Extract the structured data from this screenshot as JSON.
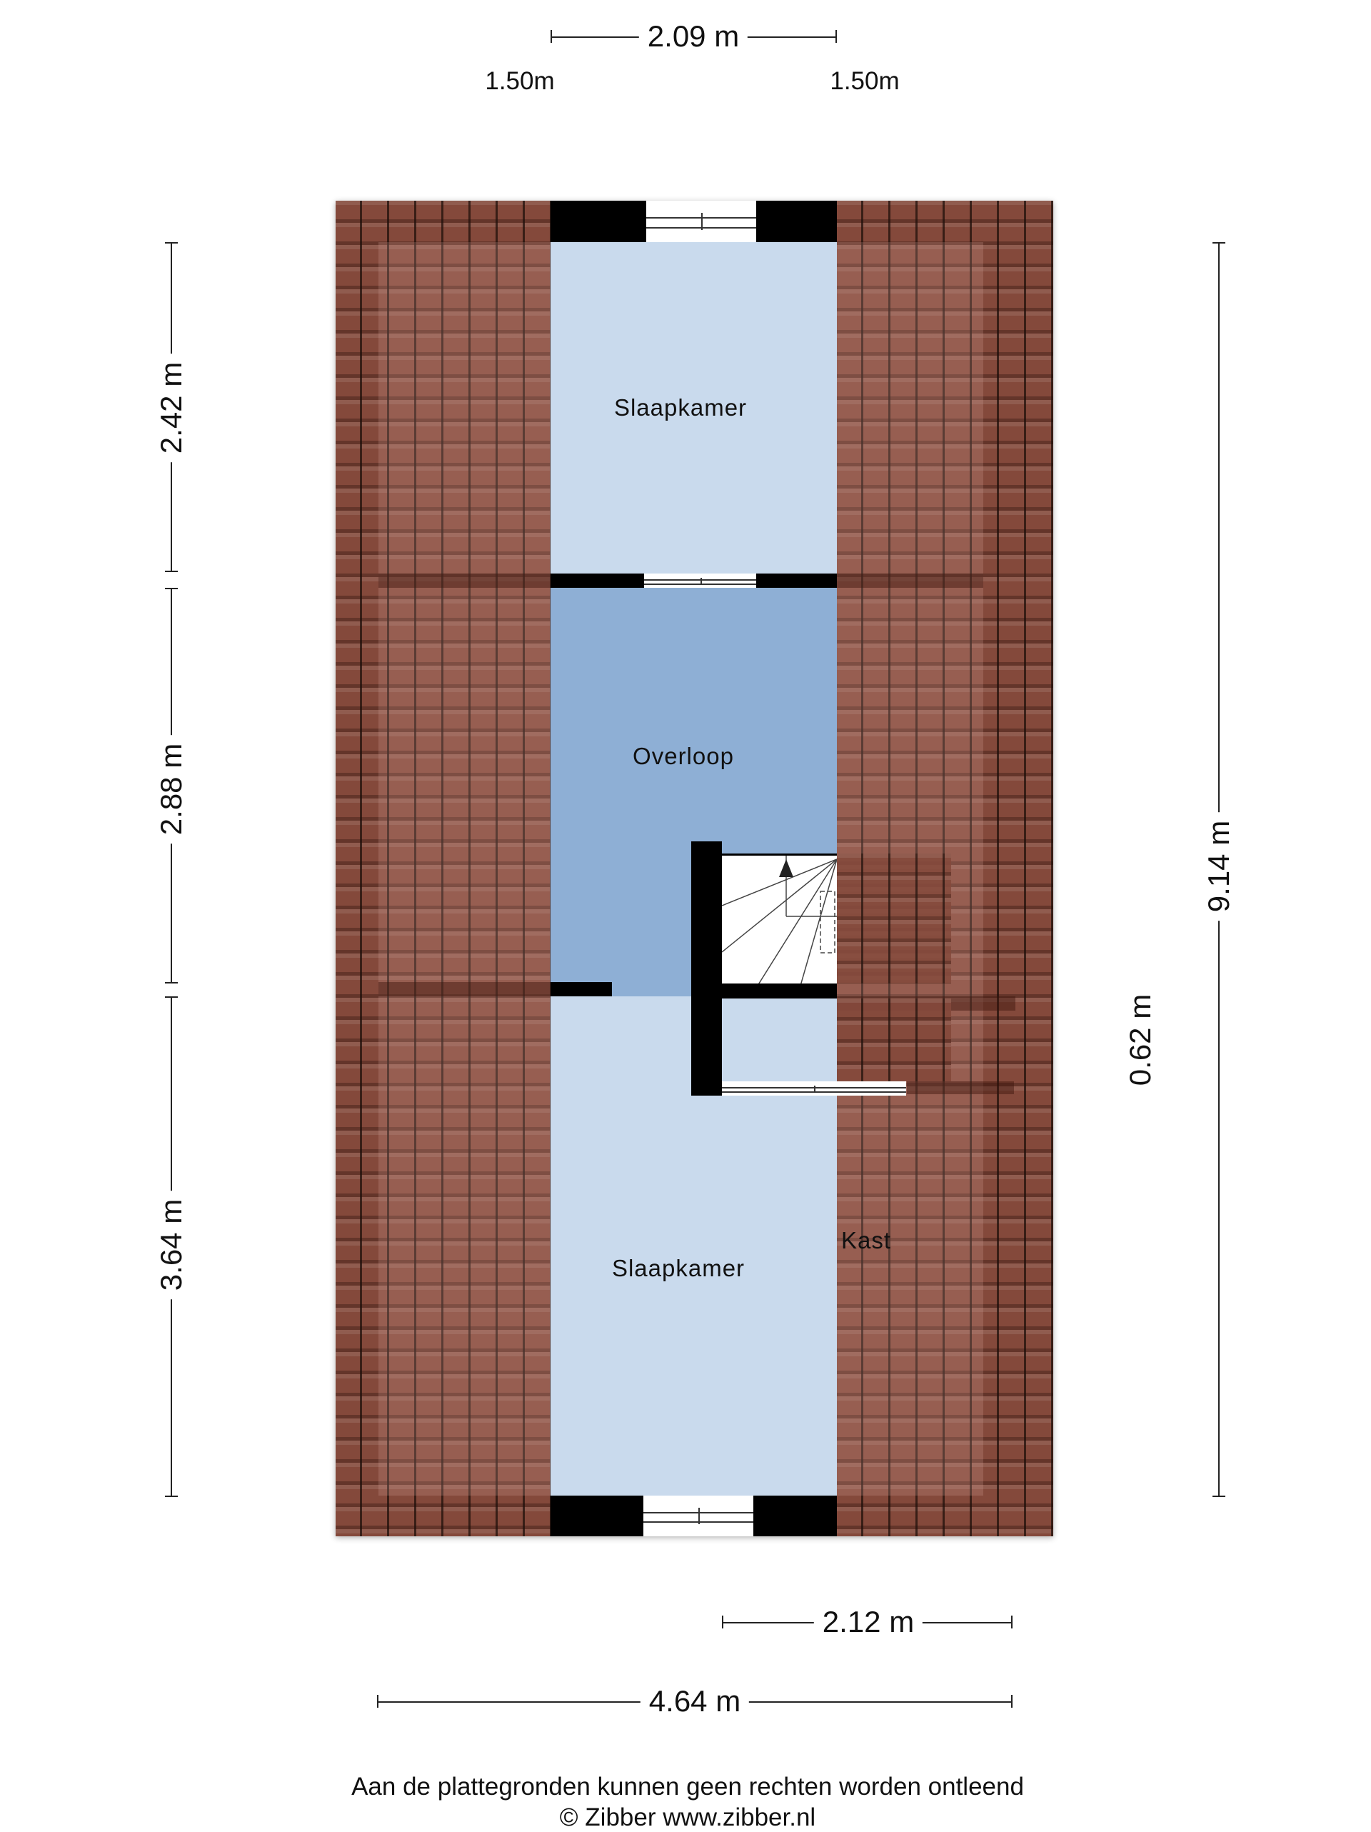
{
  "dimensions": {
    "top_width": "2.09 m",
    "top_left_height": "1.50m",
    "top_right_height": "1.50m",
    "left_segments": [
      "2.42 m",
      "2.88 m",
      "3.64 m"
    ],
    "right_total": "9.14 m",
    "kast_depth": "0.62 m",
    "bottom_partial": "2.12 m",
    "bottom_total": "4.64 m"
  },
  "rooms": {
    "slaapkamer_top": "Slaapkamer",
    "overloop": "Overloop",
    "kast": "Kast",
    "slaapkamer_bottom": "Slaapkamer"
  },
  "footer": {
    "disclaimer": "Aan de plattegronden kunnen geen rechten worden ontleend",
    "copyright": "© Zibber www.zibber.nl"
  },
  "colors": {
    "bedroom": "#c9daed",
    "landing": "#8eafd5",
    "roof": "#84493b",
    "wall": "#000000"
  }
}
